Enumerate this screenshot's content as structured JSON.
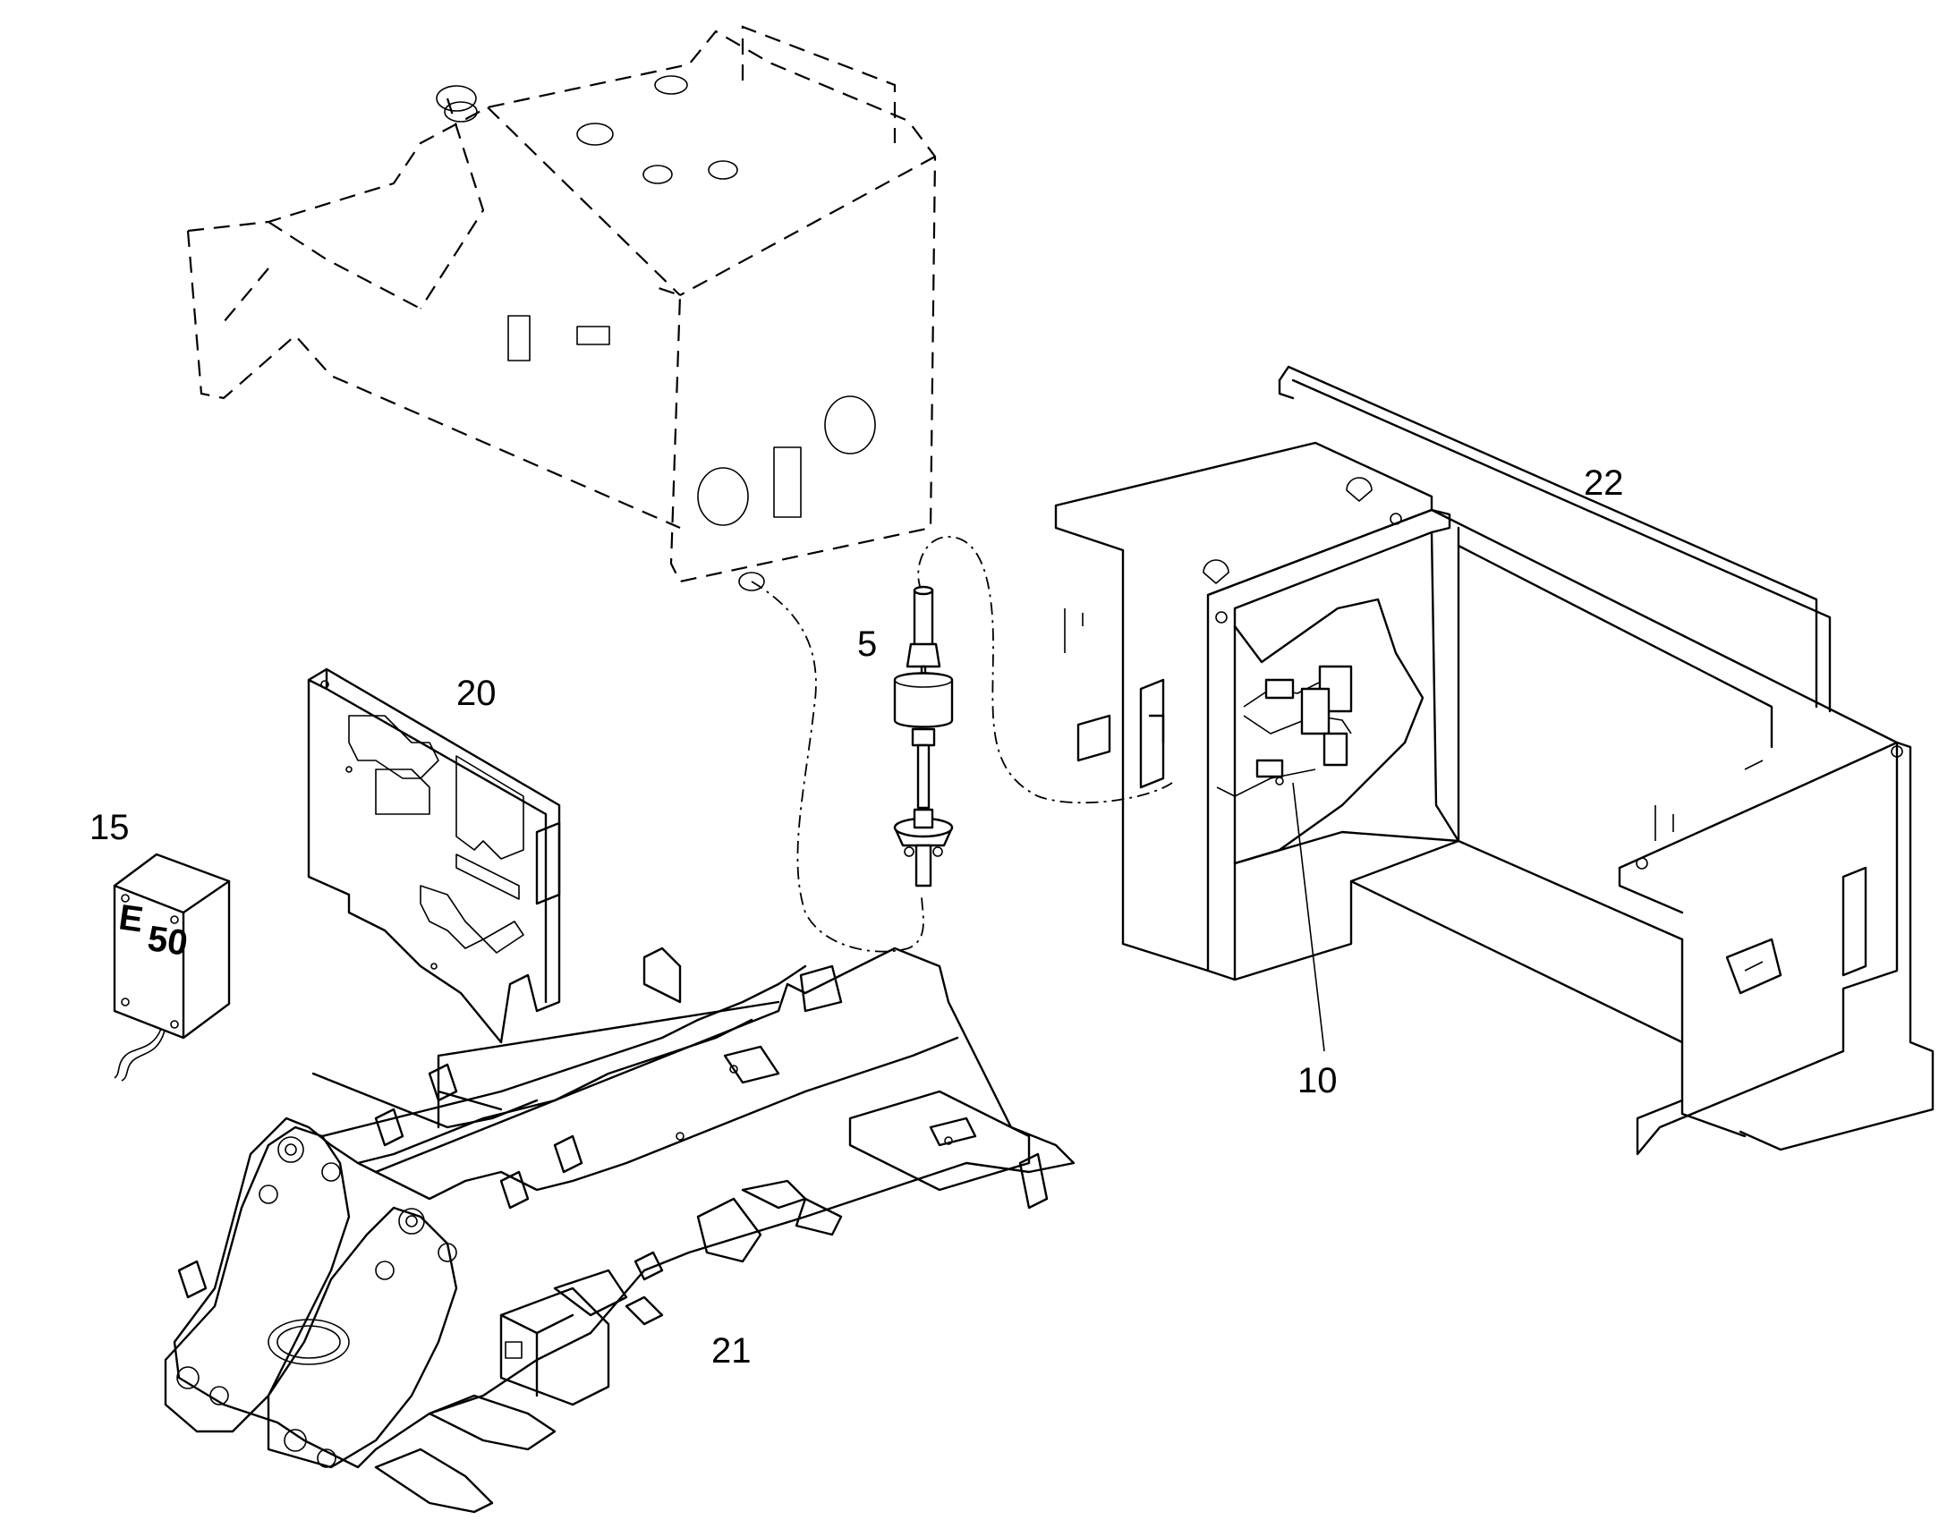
{
  "callouts": {
    "c5": "5",
    "c10": "10",
    "c15": "15",
    "c20": "20",
    "c21": "21",
    "c22": "22"
  },
  "box_marking": {
    "line1": "E",
    "line2": "50"
  }
}
